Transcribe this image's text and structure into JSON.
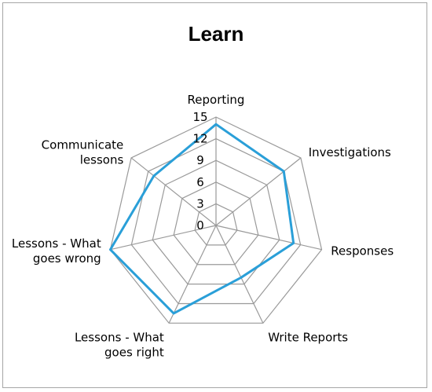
{
  "chart_data": {
    "type": "radar",
    "title": "Learn",
    "categories": [
      [
        "Reporting"
      ],
      [
        "Investigations"
      ],
      [
        "Responses"
      ],
      [
        "Write Reports"
      ],
      [
        "Lessons - What",
        "goes right"
      ],
      [
        "Lessons - What",
        "goes wrong"
      ],
      [
        "Communicate",
        "lessons"
      ]
    ],
    "ticks": [
      "0",
      "3",
      "6",
      "9",
      "12",
      "15"
    ],
    "rlim": [
      0,
      15
    ],
    "grid": true,
    "series": [
      {
        "color": "#2a9fd8",
        "values": [
          14,
          12,
          11,
          8,
          13.5,
          15,
          11
        ]
      }
    ]
  }
}
